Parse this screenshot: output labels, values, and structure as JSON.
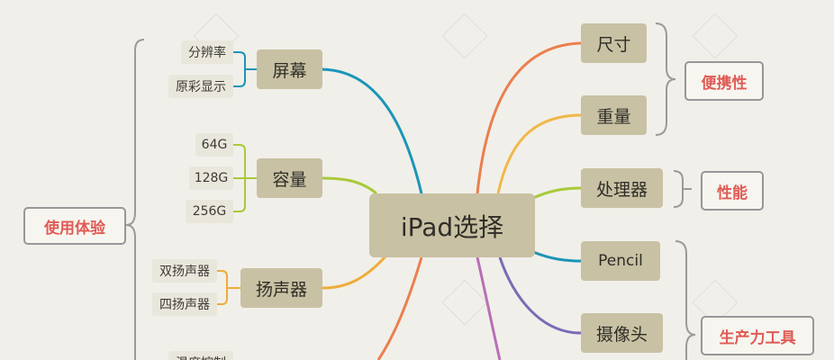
{
  "root": "iPad选择",
  "left": {
    "group_label": "使用体验",
    "branches": [
      {
        "label": "屏幕",
        "color": "#1b95b8",
        "leaves": [
          "分辨率",
          "原彩显示"
        ]
      },
      {
        "label": "容量",
        "color": "#a9c93a",
        "leaves": [
          "64G",
          "128G",
          "256G"
        ]
      },
      {
        "label": "扬声器",
        "color": "#efac3a",
        "leaves": [
          "双扬声器",
          "四扬声器"
        ]
      },
      {
        "label": "",
        "color": "#ea7f4e",
        "leaves": [
          "温度控制"
        ]
      }
    ]
  },
  "right": {
    "branches": [
      {
        "label": "尺寸",
        "color": "#ea7f4e"
      },
      {
        "label": "重量",
        "color": "#efb84a"
      },
      {
        "label": "处理器",
        "color": "#a9c93a"
      },
      {
        "label": "Pencil",
        "color": "#1b95b8"
      },
      {
        "label": "摄像头",
        "color": "#7b6bb5"
      },
      {
        "label": "",
        "color": "#b86fb6"
      }
    ],
    "group_labels": [
      "便携性",
      "性能",
      "生产力工具"
    ]
  },
  "colors": {
    "node": "#c8c1a3",
    "leaf": "#e9e6dc",
    "label_text": "#e05a55",
    "bracket": "#9a9a9c",
    "background": "#f1efe9"
  }
}
